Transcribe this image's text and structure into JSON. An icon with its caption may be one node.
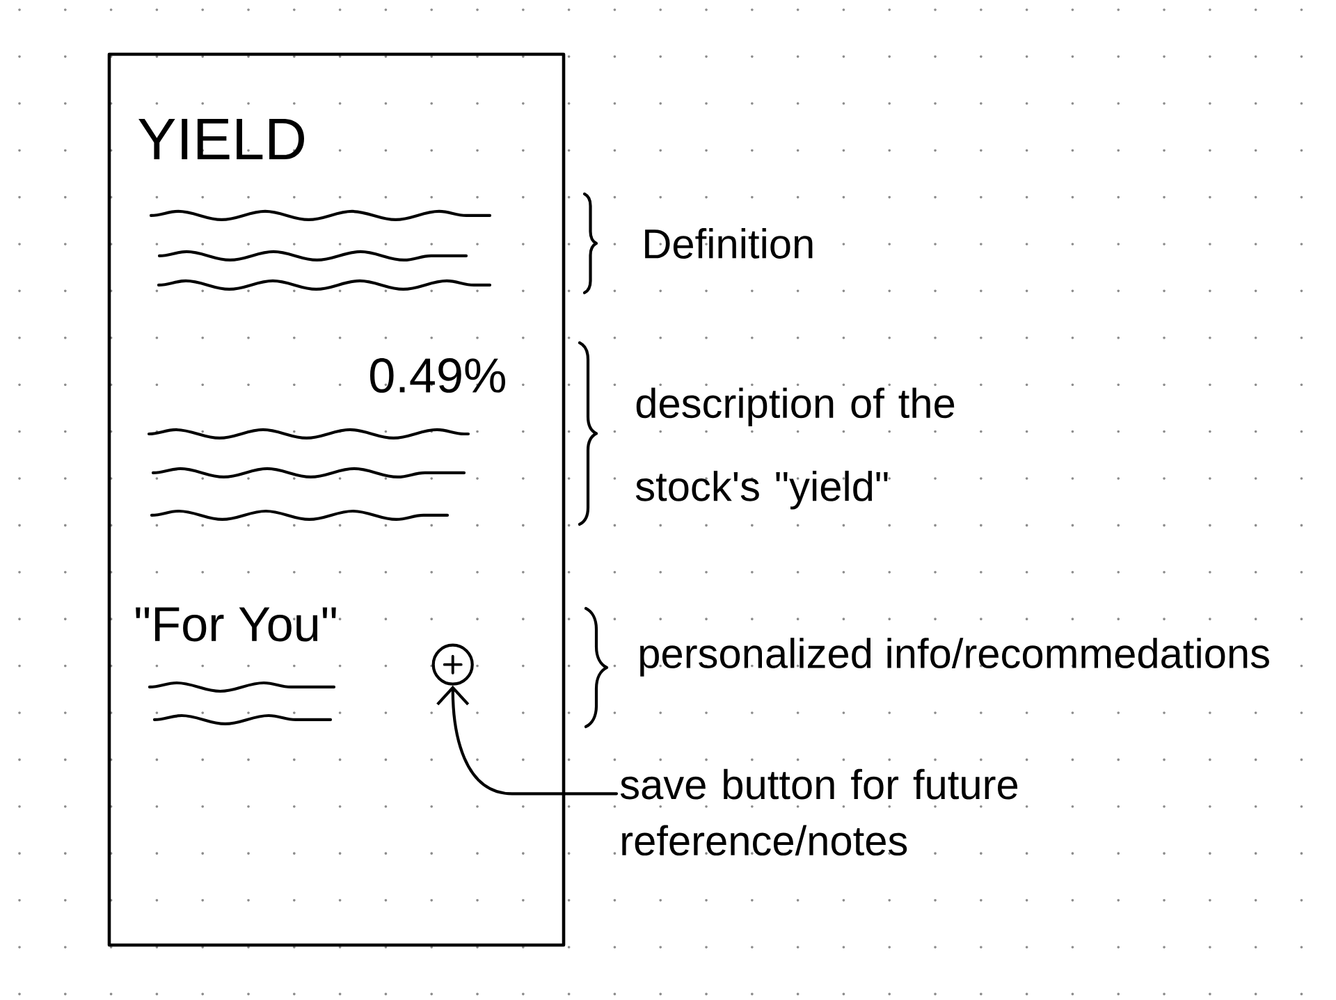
{
  "diagram": {
    "nodes": [
      {
        "text": [
          "YIELD",
          "0.49%",
          "\"For You\""
        ]
      },
      {
        "text": [],
        "shape": "circle",
        "in": 0
      },
      {
        "text": [
          "save button for future reference/notes"
        ]
      }
    ],
    "edges": [
      {
        "from": 2,
        "to": 1,
        "arrow": "to"
      }
    ],
    "labels": [
      "Definition",
      "description of the stock's \"yield\"",
      "personalized info/recommedations"
    ]
  }
}
